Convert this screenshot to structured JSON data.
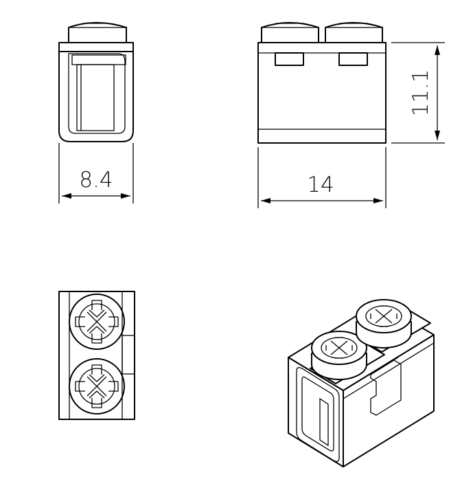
{
  "dimensions": {
    "side_width": "8.4",
    "front_width": "14",
    "front_height": "11.1"
  },
  "views": [
    "side-view",
    "front-view",
    "top-view",
    "isometric-view"
  ]
}
